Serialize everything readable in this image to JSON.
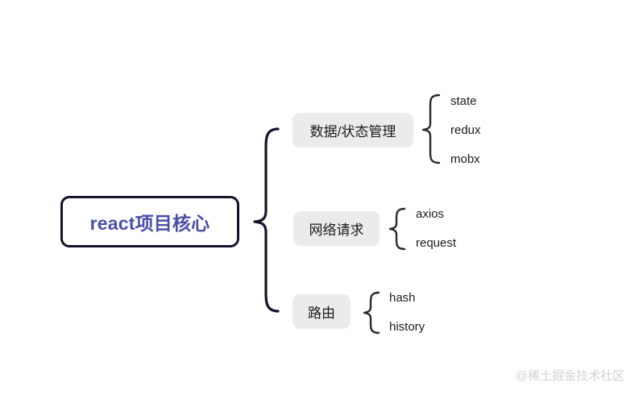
{
  "diagram": {
    "type": "mindmap",
    "background_color": "#ffffff",
    "root": {
      "label": "react项目核心",
      "text_color": "#4a4fa8",
      "border_color": "#14142b",
      "fill_color": "#ffffff"
    },
    "branch_fill_color": "#ebebeb",
    "branch_text_color": "#1c1c1c",
    "connector_color": "#14142b",
    "branches": [
      {
        "label": "数据/状态管理",
        "leaves": [
          "state",
          "redux",
          "mobx"
        ]
      },
      {
        "label": "网络请求",
        "leaves": [
          "axios",
          "request"
        ]
      },
      {
        "label": "路由",
        "leaves": [
          "hash",
          "history"
        ]
      }
    ]
  },
  "watermark": {
    "text": "@稀土掘金技术社区",
    "color": "#d2d2d2"
  }
}
